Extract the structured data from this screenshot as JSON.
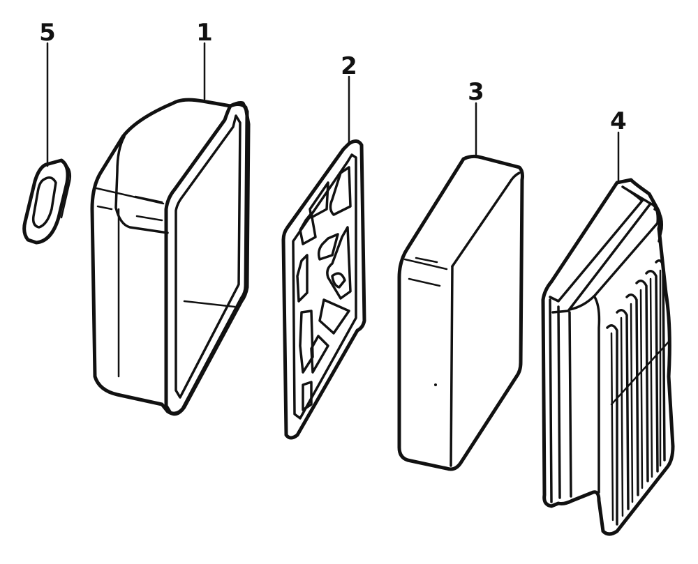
{
  "diagram": {
    "type": "exploded-parts-view",
    "ink_color": "#111111",
    "background_color": "#ffffff",
    "parts": [
      {
        "id": "gasket",
        "callout": "5"
      },
      {
        "id": "housing",
        "callout": "1"
      },
      {
        "id": "frame",
        "callout": "2"
      },
      {
        "id": "foam-element",
        "callout": "3"
      },
      {
        "id": "paper-element",
        "callout": "4"
      }
    ]
  }
}
